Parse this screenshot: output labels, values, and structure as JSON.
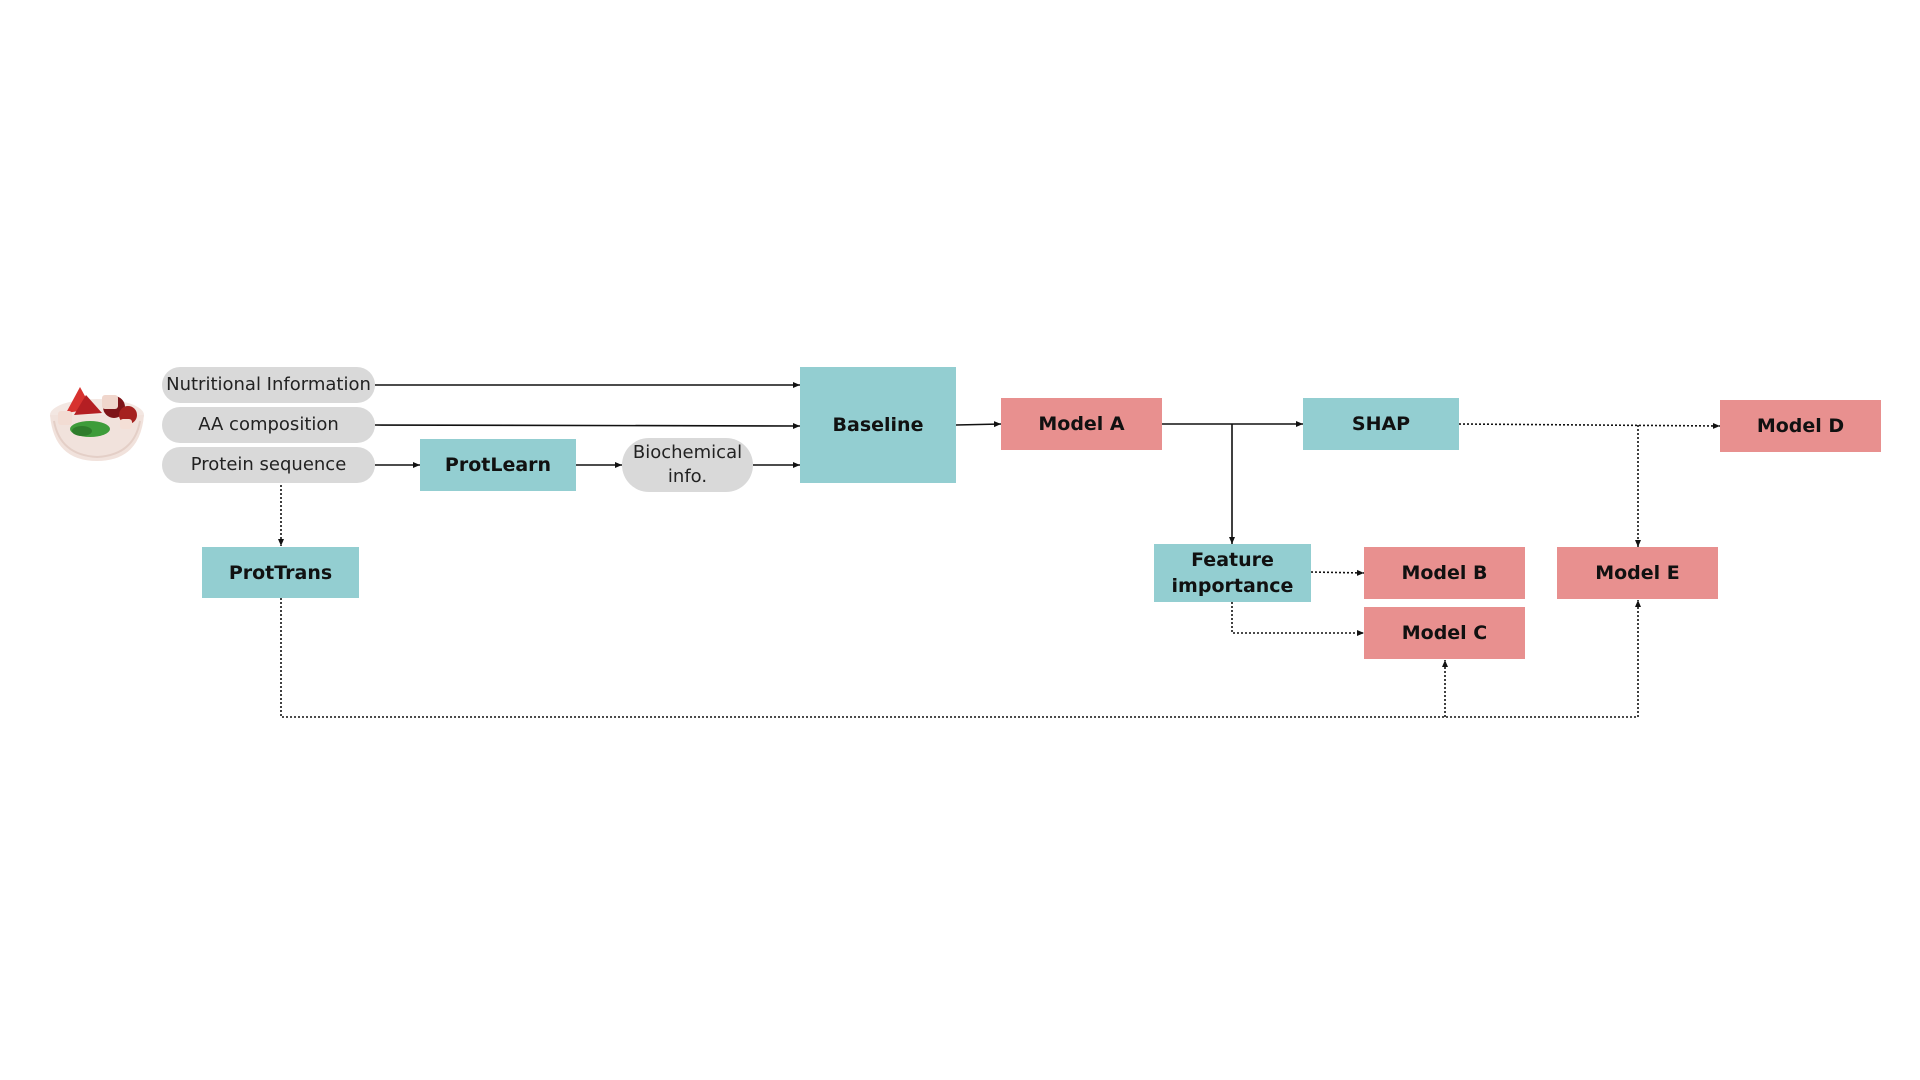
{
  "inputs": {
    "nutritional": "Nutritional Information",
    "aa": "AA composition",
    "protein": "Protein sequence",
    "biochem": "Biochemical\ninfo."
  },
  "tools": {
    "protlearn": "ProtLearn",
    "prottrans": "ProtTrans",
    "baseline": "Baseline",
    "shap": "SHAP",
    "feature": "Feature\nimportance"
  },
  "models": {
    "a": "Model A",
    "b": "Model B",
    "c": "Model C",
    "d": "Model D",
    "e": "Model E"
  },
  "colors": {
    "pill": "#d9d9d9",
    "teal": "#93ced1",
    "red": "#e8908f",
    "edge": "#111111"
  },
  "icons": {
    "food": "salad-bowl-icon"
  }
}
